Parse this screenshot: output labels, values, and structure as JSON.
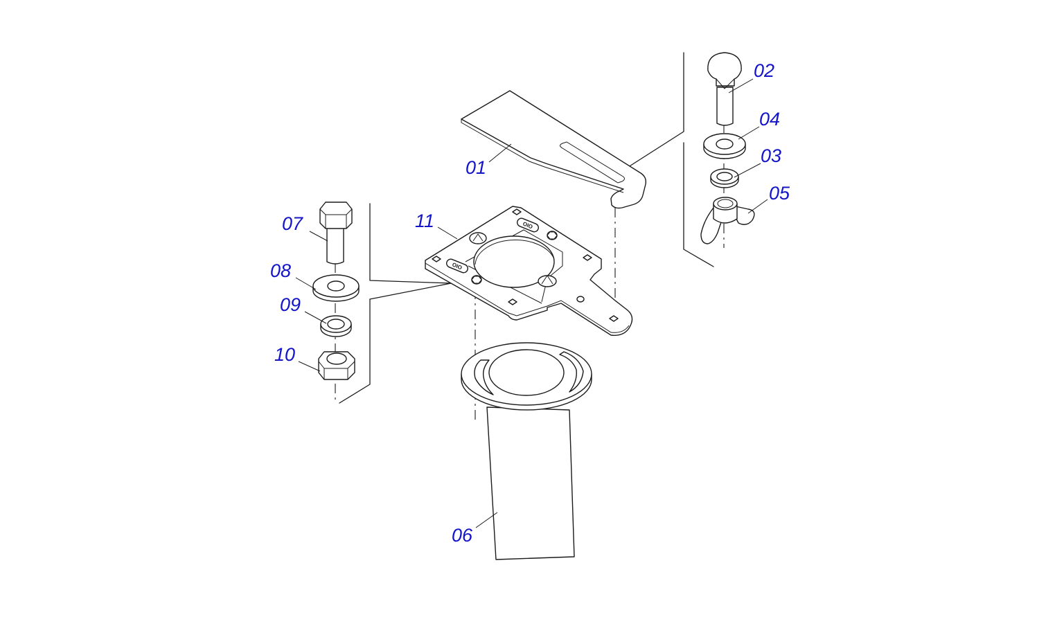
{
  "diagram": {
    "label_color": "#1414c8",
    "line_color": "#1a1a1a",
    "background": "#ffffff",
    "callouts": [
      {
        "id": "01",
        "text": "01",
        "part": "blade-bracket"
      },
      {
        "id": "02",
        "text": "02",
        "part": "carriage-bolt"
      },
      {
        "id": "03",
        "text": "03",
        "part": "lock-washer"
      },
      {
        "id": "04",
        "text": "04",
        "part": "flat-washer"
      },
      {
        "id": "05",
        "text": "05",
        "part": "wing-nut"
      },
      {
        "id": "06",
        "text": "06",
        "part": "chute-pipe"
      },
      {
        "id": "07",
        "text": "07",
        "part": "hex-bolt"
      },
      {
        "id": "08",
        "text": "08",
        "part": "flat-washer"
      },
      {
        "id": "09",
        "text": "09",
        "part": "lock-washer"
      },
      {
        "id": "10",
        "text": "10",
        "part": "hex-nut"
      },
      {
        "id": "11",
        "text": "11",
        "part": "mounting-plate"
      }
    ],
    "plate_markings": [
      "OIO",
      "OIO"
    ]
  }
}
